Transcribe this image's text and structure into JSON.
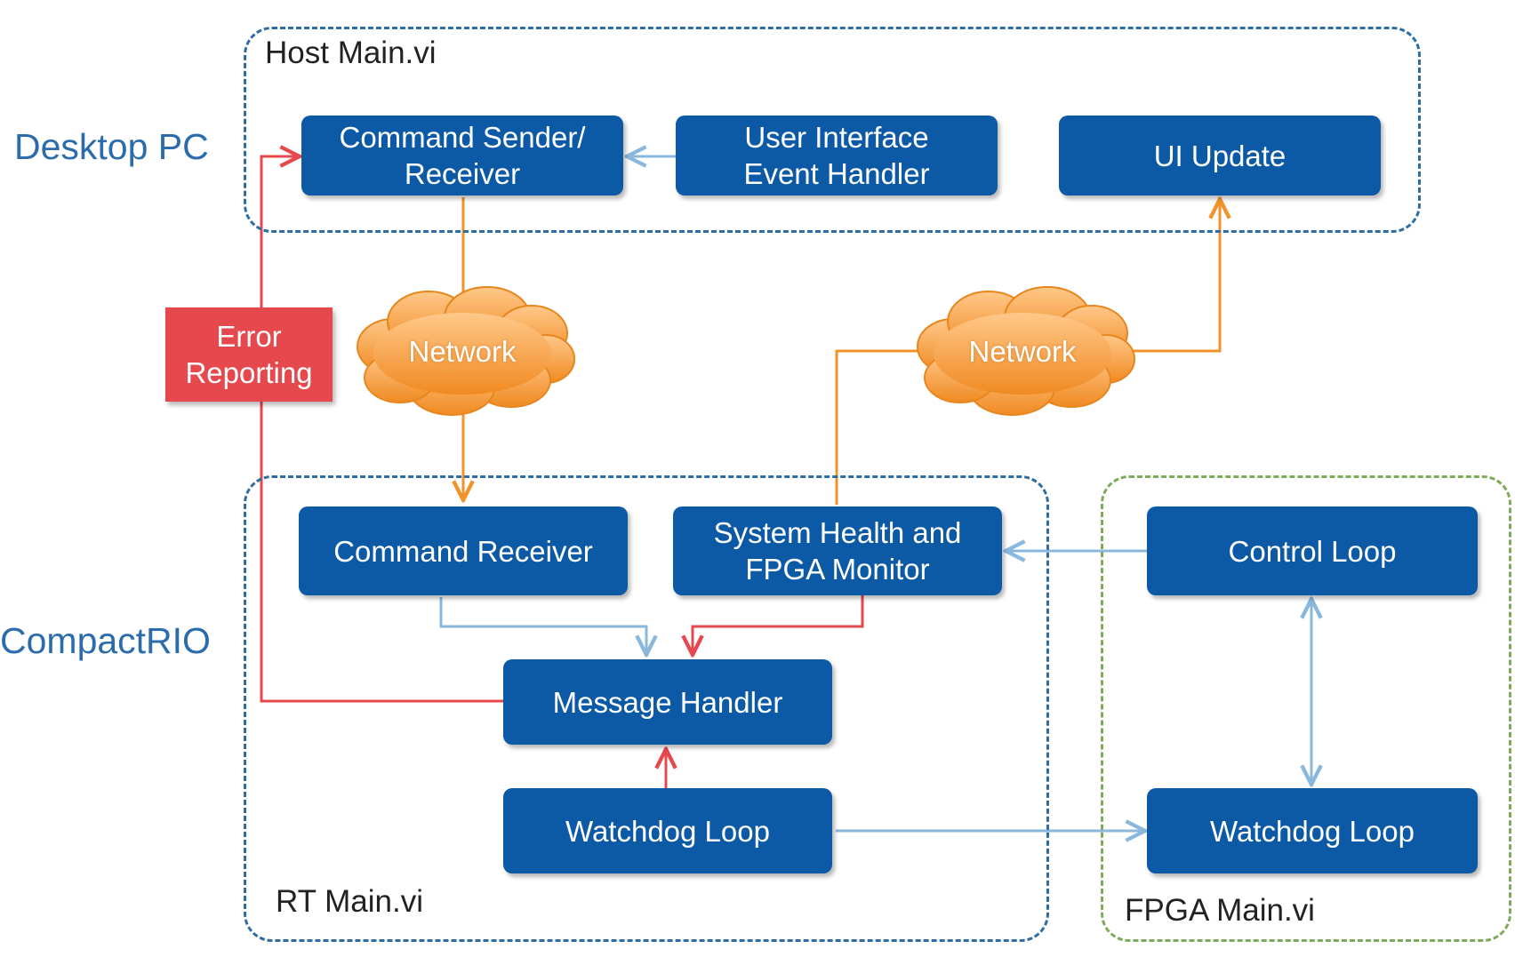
{
  "side_labels": {
    "desktop_pc": "Desktop PC",
    "compactrio": "CompactRIO"
  },
  "groups": {
    "host": "Host Main.vi",
    "rt": "RT Main.vi",
    "fpga": "FPGA Main.vi"
  },
  "boxes": {
    "command_sender": "Command Sender/\nReceiver",
    "ui_event_handler": "User Interface\nEvent Handler",
    "ui_update": "UI Update",
    "error_reporting": "Error\nReporting",
    "command_receiver": "Command Receiver",
    "system_health": "System Health and\nFPGA Monitor",
    "message_handler": "Message Handler",
    "watchdog_rt": "Watchdog Loop",
    "control_loop": "Control Loop",
    "watchdog_fpga": "Watchdog Loop"
  },
  "clouds": {
    "network_left": "Network",
    "network_right": "Network"
  },
  "colors": {
    "box_fill": "#0c5aa6",
    "error_fill": "#e5484d",
    "orange_arrow": "#f0932b",
    "red_arrow": "#e5484d",
    "blue_arrow": "#8ab8dd",
    "blue_dash": "#2e6da4",
    "green_dash": "#7dab59"
  }
}
